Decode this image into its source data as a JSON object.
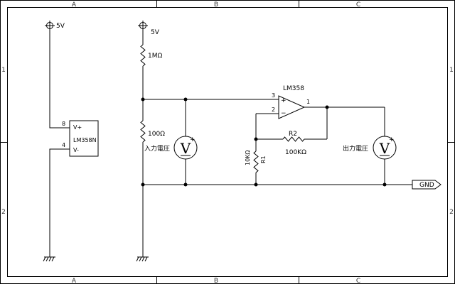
{
  "frame": {
    "columns": [
      "A",
      "B",
      "C"
    ],
    "rows": [
      "1",
      "2"
    ]
  },
  "power": {
    "left_supply_label": "5V",
    "right_supply_label": "5V"
  },
  "ic": {
    "name": "LM358N",
    "pin_vplus_label": "V+",
    "pin_vminus_label": "V-",
    "pin_vplus_number": "8",
    "pin_vminus_number": "4"
  },
  "resistors": {
    "top_value": "1MΩ",
    "bottom_value": "100Ω",
    "r1_name": "R1",
    "r1_value": "10KΩ",
    "r2_name": "R2",
    "r2_value": "100KΩ"
  },
  "opamp": {
    "name": "LM358",
    "pin_noninv_number": "3",
    "pin_inv_number": "2",
    "pin_out_number": "1",
    "plus_symbol": "+",
    "minus_symbol": "−"
  },
  "meters": {
    "input_label": "入力電圧",
    "output_label": "出力電圧",
    "symbol": "V",
    "polarity": "+"
  },
  "ground_port_label": "GND"
}
